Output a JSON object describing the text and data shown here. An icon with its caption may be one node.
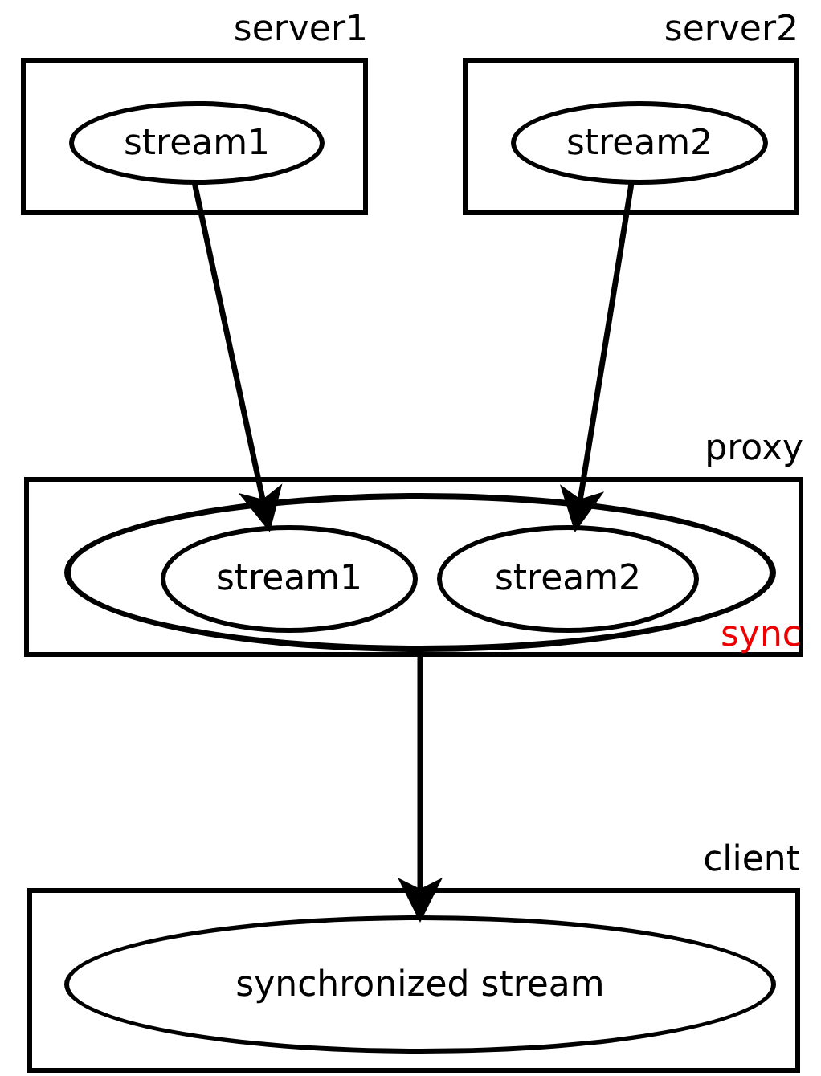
{
  "diagram": {
    "nodes": [
      {
        "text": [
          "server1"
        ]
      },
      {
        "text": [
          "stream1"
        ],
        "in": 0
      },
      {
        "text": [
          "server2"
        ]
      },
      {
        "text": [
          "stream2"
        ],
        "in": 2
      },
      {
        "text": [
          "proxy"
        ]
      },
      {
        "text": [
          "sync"
        ],
        "in": 4
      },
      {
        "text": [
          "stream1"
        ],
        "in": 5
      },
      {
        "text": [
          "stream2"
        ],
        "in": 5
      },
      {
        "text": [
          "client"
        ]
      },
      {
        "text": [
          "synchronized stream"
        ],
        "in": 8
      }
    ],
    "edges": [
      {
        "from": 1,
        "to": 6,
        "arrow": "to"
      },
      {
        "from": 3,
        "to": 7,
        "arrow": "to"
      },
      {
        "from": 5,
        "to": 9,
        "arrow": "to"
      }
    ]
  }
}
